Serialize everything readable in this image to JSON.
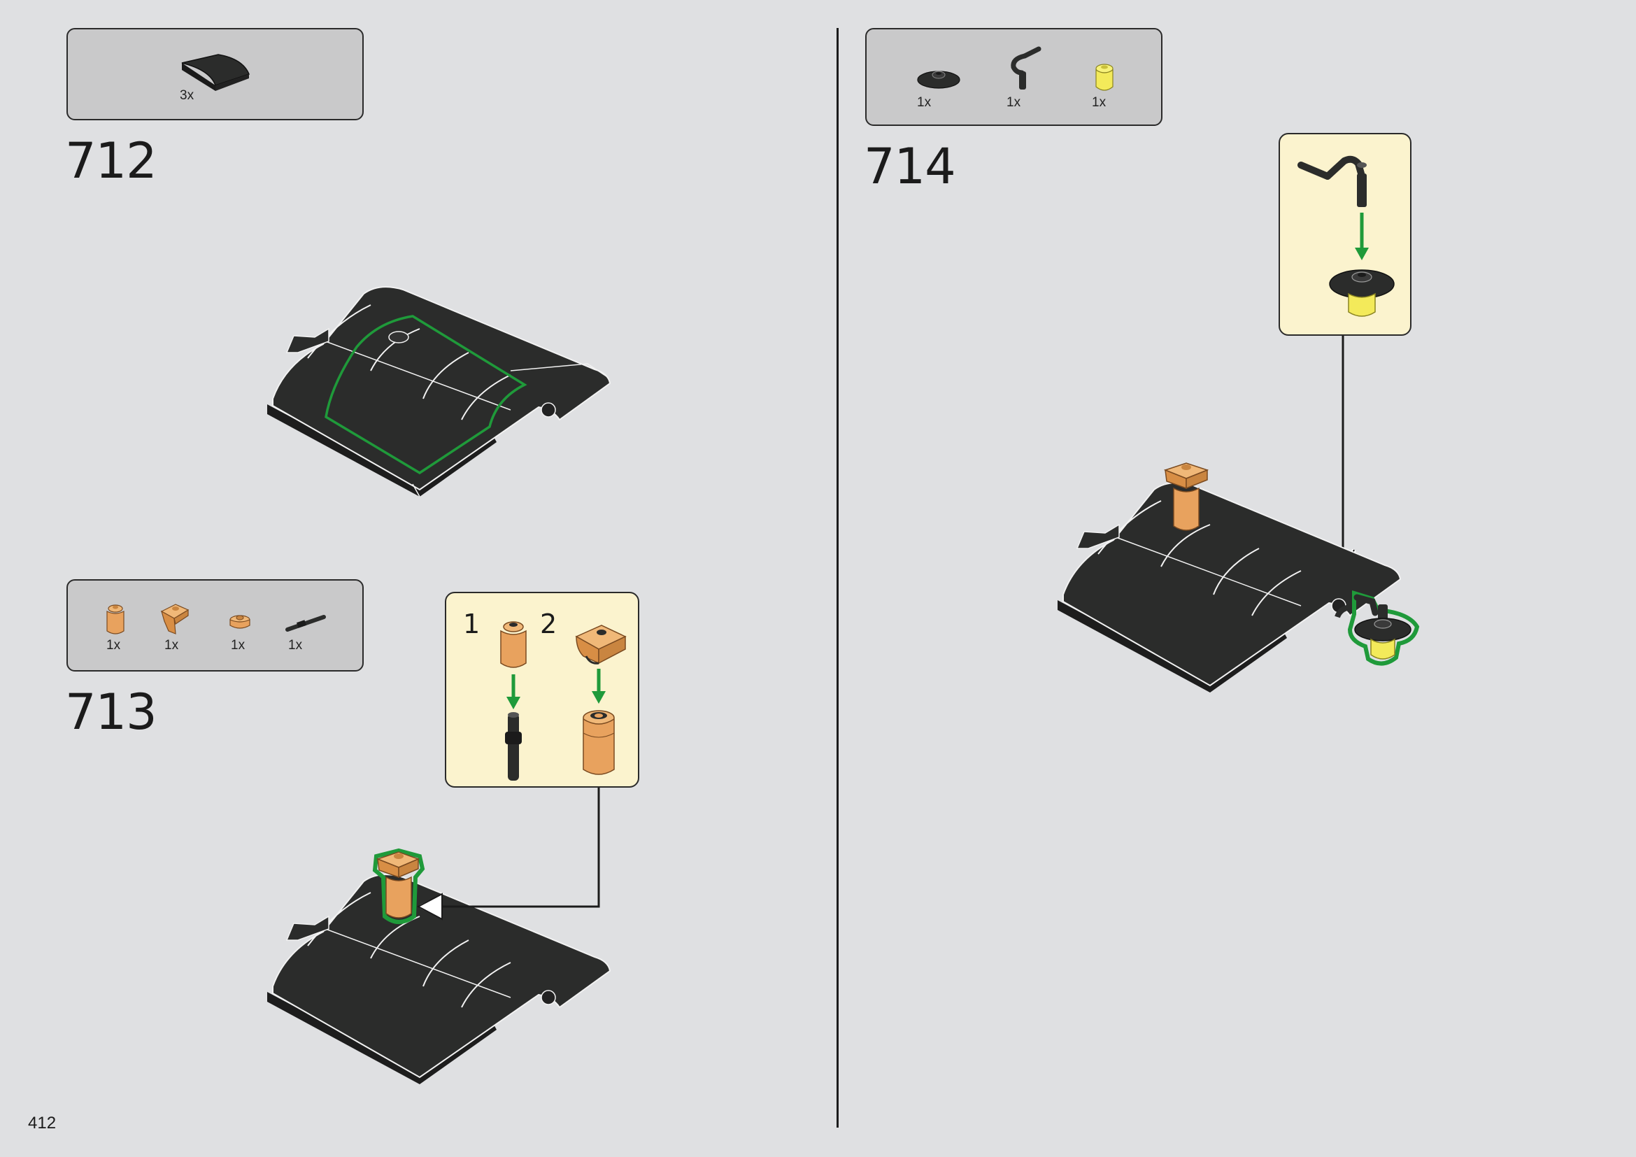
{
  "page": {
    "number": "412"
  },
  "steps": [
    {
      "number": "712",
      "parts": [
        {
          "icon": "curved-slope-black-icon",
          "qty": "3x"
        }
      ]
    },
    {
      "number": "713",
      "parts": [
        {
          "icon": "round-brick-tan-icon",
          "qty": "1x"
        },
        {
          "icon": "clip-plate-tan-icon",
          "qty": "1x"
        },
        {
          "icon": "round-plate-tan-icon",
          "qty": "1x"
        },
        {
          "icon": "bar-black-icon",
          "qty": "1x"
        }
      ],
      "subassembly": {
        "sub1": "1",
        "sub2": "2"
      }
    },
    {
      "number": "714",
      "parts": [
        {
          "icon": "dish-black-icon",
          "qty": "1x"
        },
        {
          "icon": "bent-bar-black-icon",
          "qty": "1x"
        },
        {
          "icon": "round-brick-trans-yellow-icon",
          "qty": "1x"
        }
      ]
    }
  ],
  "colors": {
    "background": "#dfe0e2",
    "parts_box": "#c9c9ca",
    "callout": "#fbf3ce",
    "brick_black": "#2b2c2b",
    "brick_tan": "#e8a25e",
    "highlight_green": "#1f9a3a",
    "trans_yellow": "#f3ea5a"
  }
}
